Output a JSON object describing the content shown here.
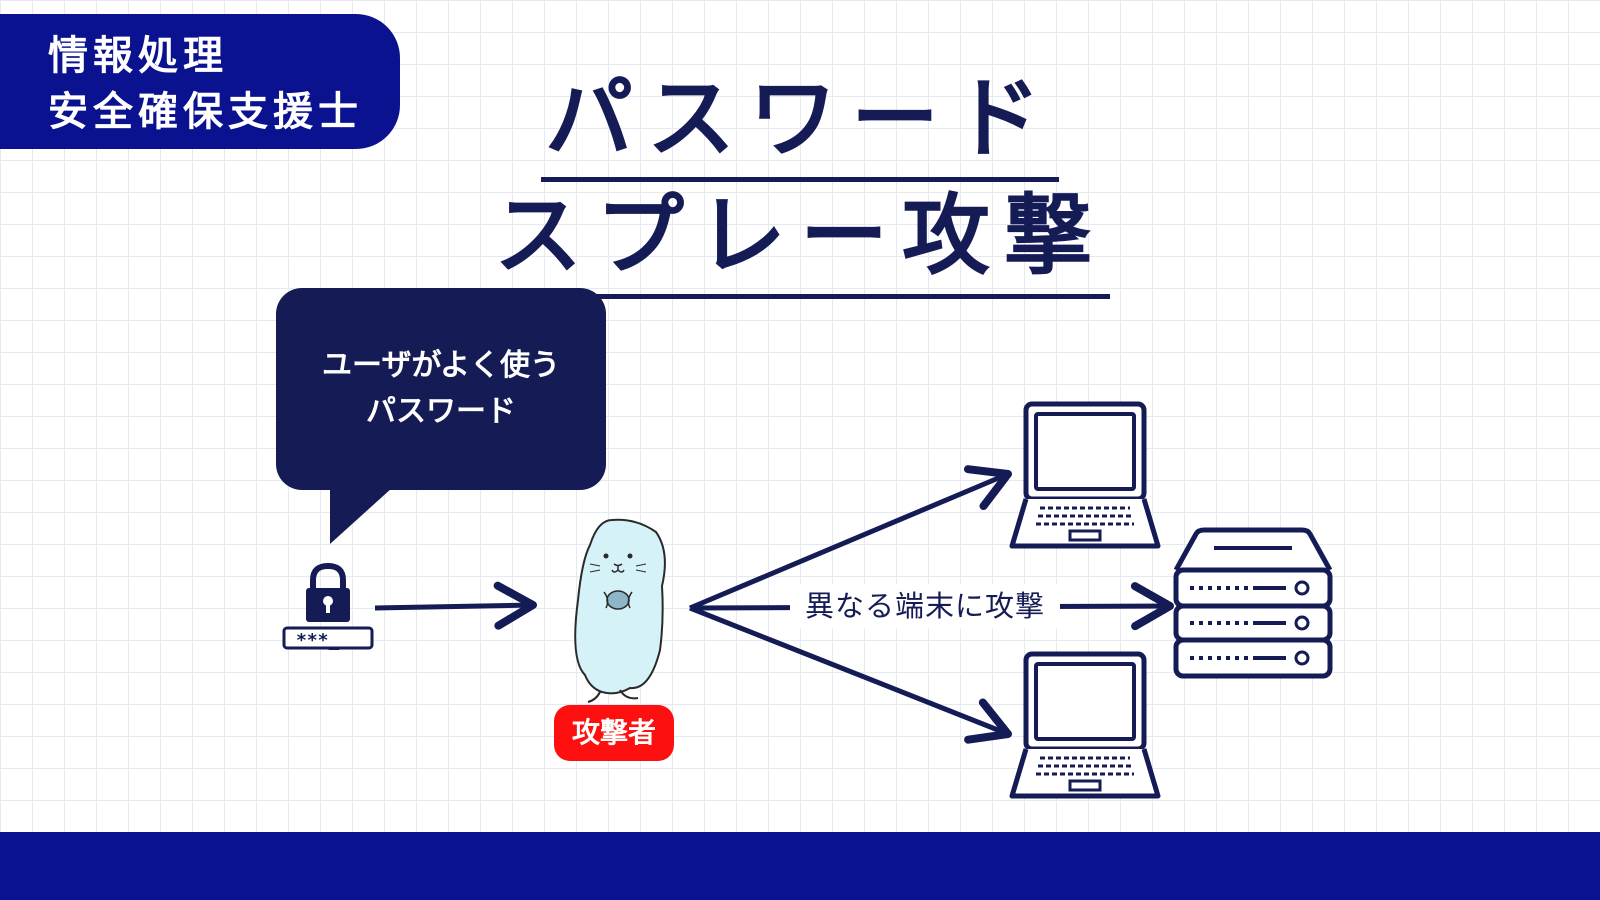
{
  "badge": {
    "line1": "情報処理",
    "line2": "安全確保支援士"
  },
  "title": {
    "line1": "パスワード",
    "line2": "スプレー攻撃"
  },
  "bubble": {
    "line1": "ユーザがよく使う",
    "line2": "パスワード"
  },
  "password_field": {
    "mask": "***_"
  },
  "attacker": {
    "label": "攻撃者"
  },
  "attack_label": "異なる端末に攻撃",
  "colors": {
    "navy": "#141b55",
    "brand_blue": "#0a1290",
    "attacker_red": "#ff1010",
    "seal_body": "#d4f2f7"
  },
  "icons": [
    "lock-icon",
    "password-field-icon",
    "seal-character",
    "laptop-icon",
    "server-icon"
  ]
}
